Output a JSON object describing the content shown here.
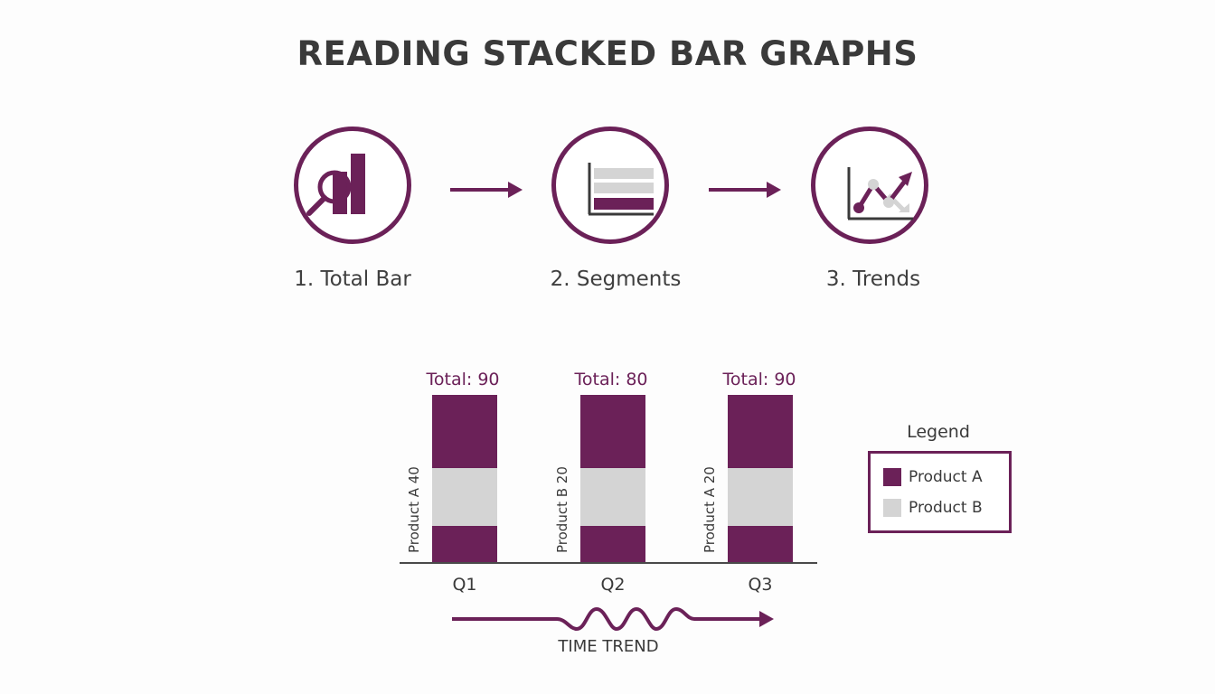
{
  "title": "READING STACKED BAR GRAPHS",
  "colors": {
    "accent": "#6b2158",
    "secondary": "#d4d4d4",
    "text": "#3a3a3a",
    "background": "#fdfdfd"
  },
  "steps": [
    {
      "label": "1. Total Bar",
      "icon": "magnifier-bar-chart-icon"
    },
    {
      "label": "2. Segments",
      "icon": "stacked-segments-icon"
    },
    {
      "label": "3. Trends",
      "icon": "trend-line-icon"
    }
  ],
  "chart": {
    "bars": [
      {
        "category": "Q1",
        "total_label": "Total: 90",
        "side_label": "Product A 40"
      },
      {
        "category": "Q2",
        "total_label": "Total: 80",
        "side_label": "Product B 20"
      },
      {
        "category": "Q3",
        "total_label": "Total: 90",
        "side_label": "Product A 20"
      }
    ],
    "legend": {
      "title": "Legend",
      "items": [
        {
          "label": "Product A",
          "color": "#6b2158"
        },
        {
          "label": "Product B",
          "color": "#d4d4d4"
        }
      ]
    },
    "trend_label": "TIME TREND"
  },
  "chart_data": {
    "type": "bar",
    "stacked": true,
    "title": "",
    "categories": [
      "Q1",
      "Q2",
      "Q3"
    ],
    "totals": [
      90,
      80,
      90
    ],
    "series": [
      {
        "name": "Product A",
        "color": "#6b2158"
      },
      {
        "name": "Product B",
        "color": "#d4d4d4"
      }
    ],
    "annotations": [
      "Total: 90",
      "Total: 80",
      "Total: 90",
      "Product A 40",
      "Product B 20",
      "Product A 20"
    ],
    "xlabel": "TIME TREND",
    "ylabel": "",
    "legend_position": "right",
    "grid": false
  }
}
